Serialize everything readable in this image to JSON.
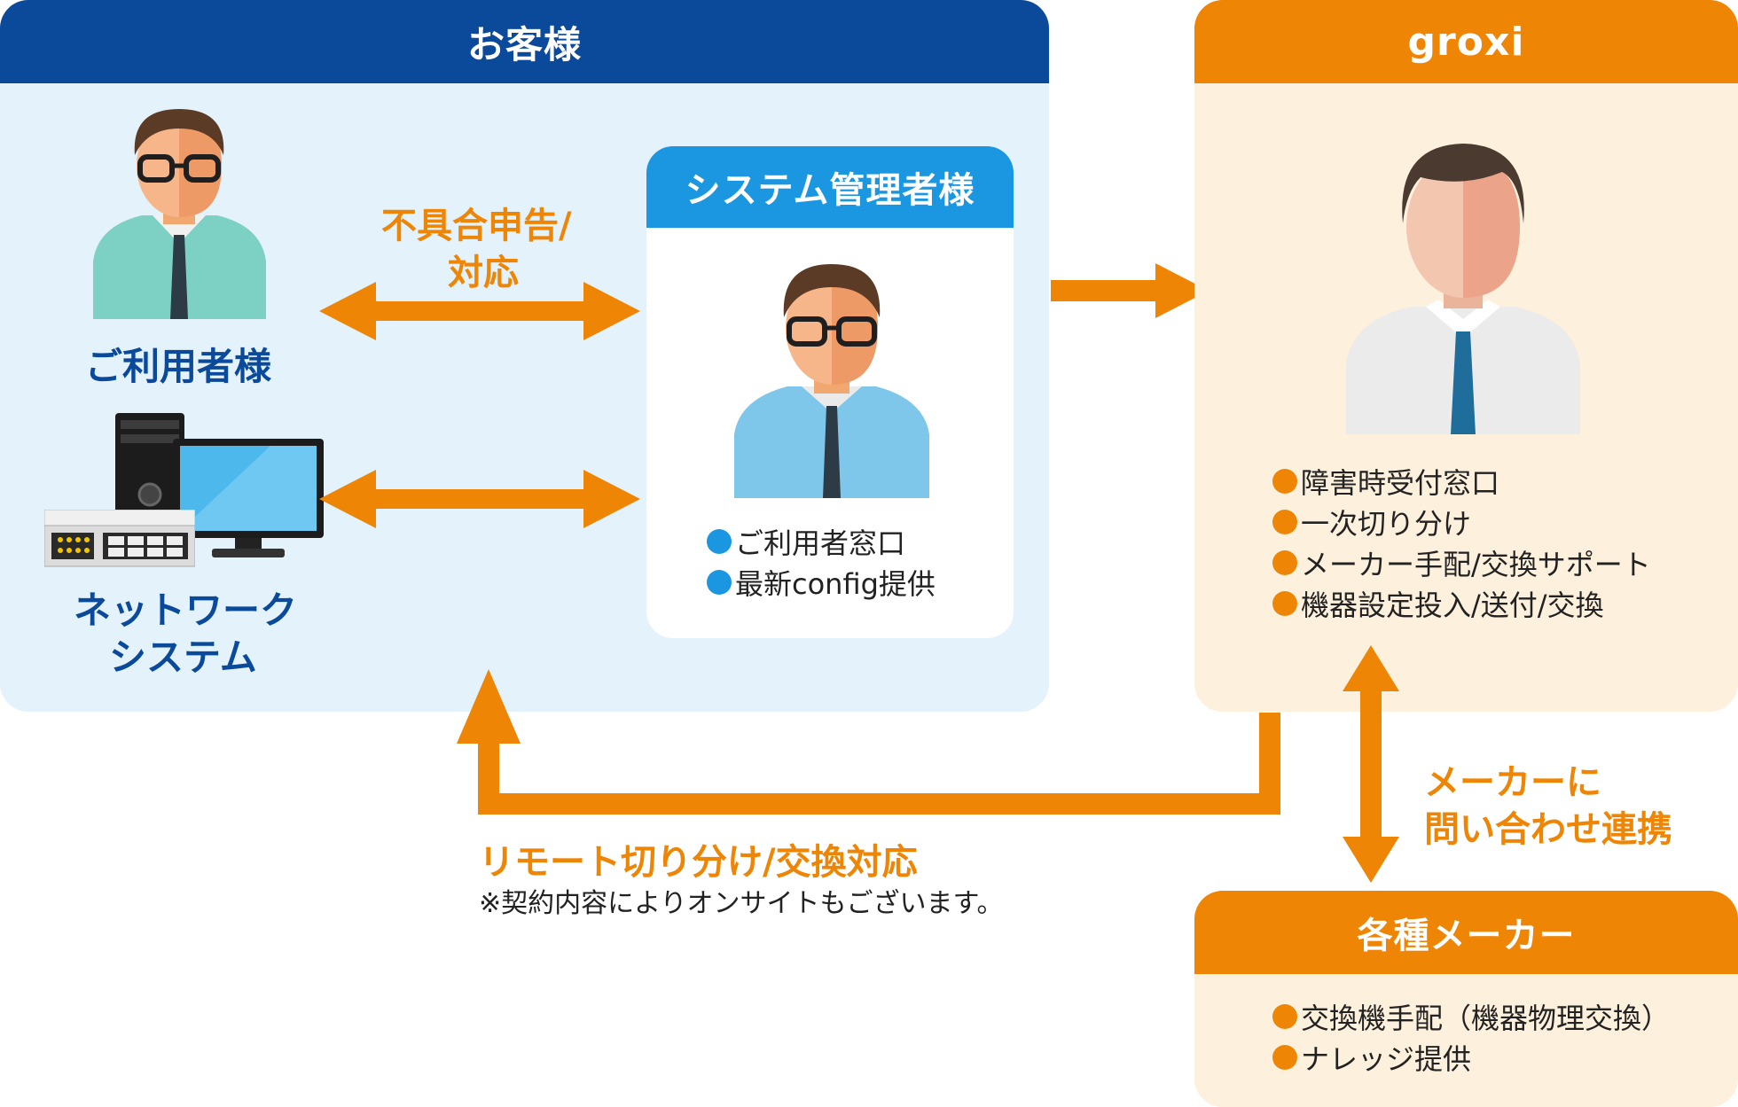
{
  "colors": {
    "blue_dark": "#0b4a9b",
    "blue_light_bg": "#e3f2fb",
    "blue_mid": "#1a97e0",
    "orange": "#ee8505",
    "orange_bg": "#fdf0dc",
    "label_blue": "#0b4a9b"
  },
  "customer": {
    "title": "お客様",
    "user_label": "ご利用者様",
    "network_label_1": "ネットワーク",
    "network_label_2": "システム",
    "arrow_label_1": "不具合申告/",
    "arrow_label_2": "対応"
  },
  "admin": {
    "title": "システム管理者様",
    "items": [
      "ご利用者窓口",
      "最新config提供"
    ]
  },
  "groxi": {
    "title": "groxi",
    "items": [
      "障害時受付窓口",
      "一次切り分け",
      "メーカー手配/交換サポート",
      "機器設定投入/送付/交換"
    ]
  },
  "maker": {
    "title": "各種メーカー",
    "items": [
      "交換機手配（機器物理交換）",
      "ナレッジ提供"
    ],
    "link_label_1": "メーカーに",
    "link_label_2": "問い合わせ連携"
  },
  "remote": {
    "label": "リモート切り分け/交換対応",
    "note": "※契約内容によりオンサイトもございます。"
  },
  "icons": [
    "user-glasses-icon",
    "admin-glasses-icon",
    "groxi-staff-icon",
    "server-tower-icon",
    "monitor-icon",
    "network-switch-icon"
  ]
}
